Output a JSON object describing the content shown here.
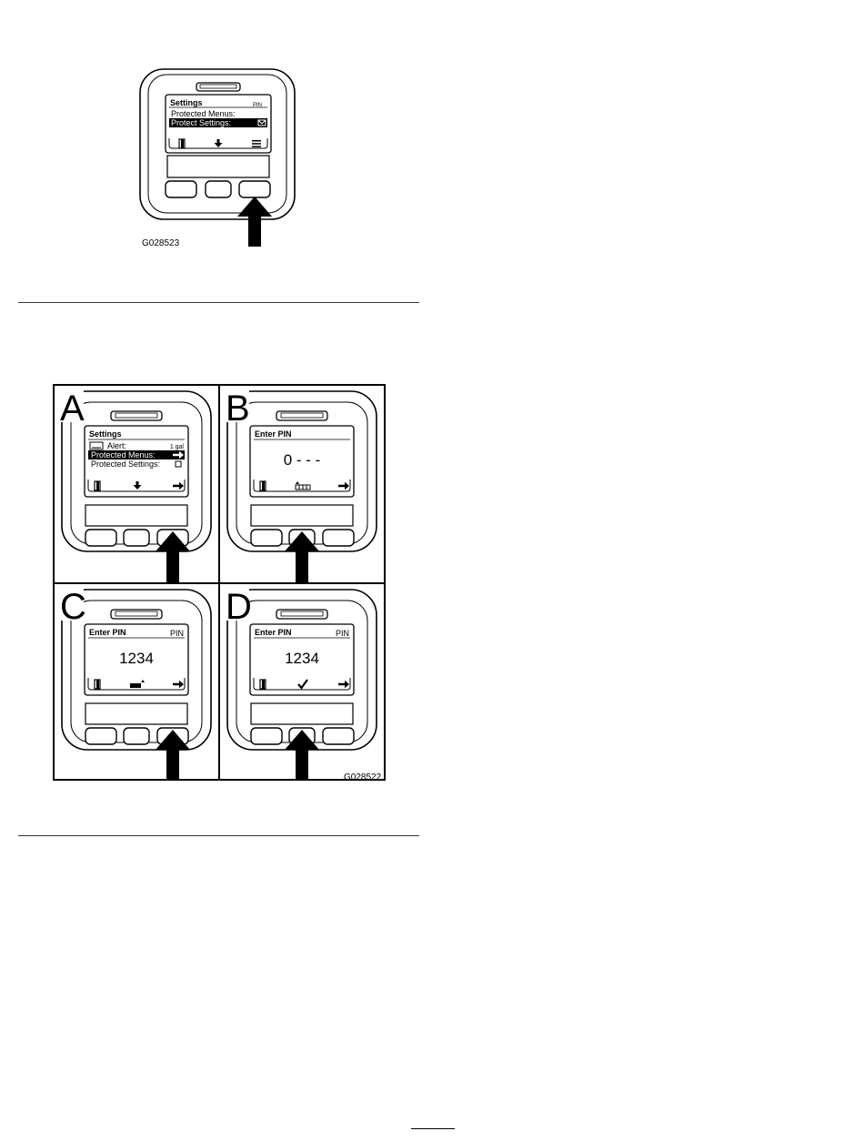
{
  "figure1": {
    "id": "G028523",
    "screen": {
      "title": "Settings",
      "title_badge": "PIN",
      "rows": [
        {
          "label": "Protected Menus:",
          "icon": "",
          "selected": false
        },
        {
          "label": "Protect Settings:",
          "icon": "envelope-icon",
          "selected": true
        }
      ],
      "softkeys": [
        "exit-icon",
        "down-arrow-icon",
        "menu-icon"
      ]
    },
    "pressed_button": "right"
  },
  "figure2": {
    "id": "G028522",
    "panels": [
      {
        "letter": "A",
        "title": "Settings",
        "badge": "",
        "rows": [
          {
            "label": "Alert:",
            "value": "1 gal",
            "icon": "fuel-icon",
            "selected": false
          },
          {
            "label": "Protected Menus:",
            "value": "",
            "icon": "right-arrow-icon",
            "selected": true
          },
          {
            "label": "Protected Settings:",
            "value": "",
            "icon": "checkbox-icon",
            "selected": false
          }
        ],
        "big_text": "",
        "softkeys": [
          "exit-icon",
          "down-arrow-icon",
          "right-arrow-icon"
        ],
        "pressed_button": "right"
      },
      {
        "letter": "B",
        "title": "Enter PIN",
        "badge": "",
        "rows": [],
        "big_text": "0 - - -",
        "softkeys": [
          "exit-icon",
          "digit-increment-icon",
          "right-arrow-icon"
        ],
        "pressed_button": "center"
      },
      {
        "letter": "C",
        "title": "Enter PIN",
        "badge": "PIN",
        "rows": [],
        "big_text": "1234",
        "softkeys": [
          "exit-icon",
          "digit-cursor-icon",
          "right-arrow-icon"
        ],
        "pressed_button": "right"
      },
      {
        "letter": "D",
        "title": "Enter PIN",
        "badge": "PIN",
        "rows": [],
        "big_text": "1234",
        "softkeys": [
          "exit-icon",
          "checkmark-icon",
          "right-arrow-icon"
        ],
        "pressed_button": "center"
      }
    ]
  },
  "colors": {
    "ink": "#000000",
    "bezel": "#ffffff",
    "screen": "#ffffff"
  }
}
